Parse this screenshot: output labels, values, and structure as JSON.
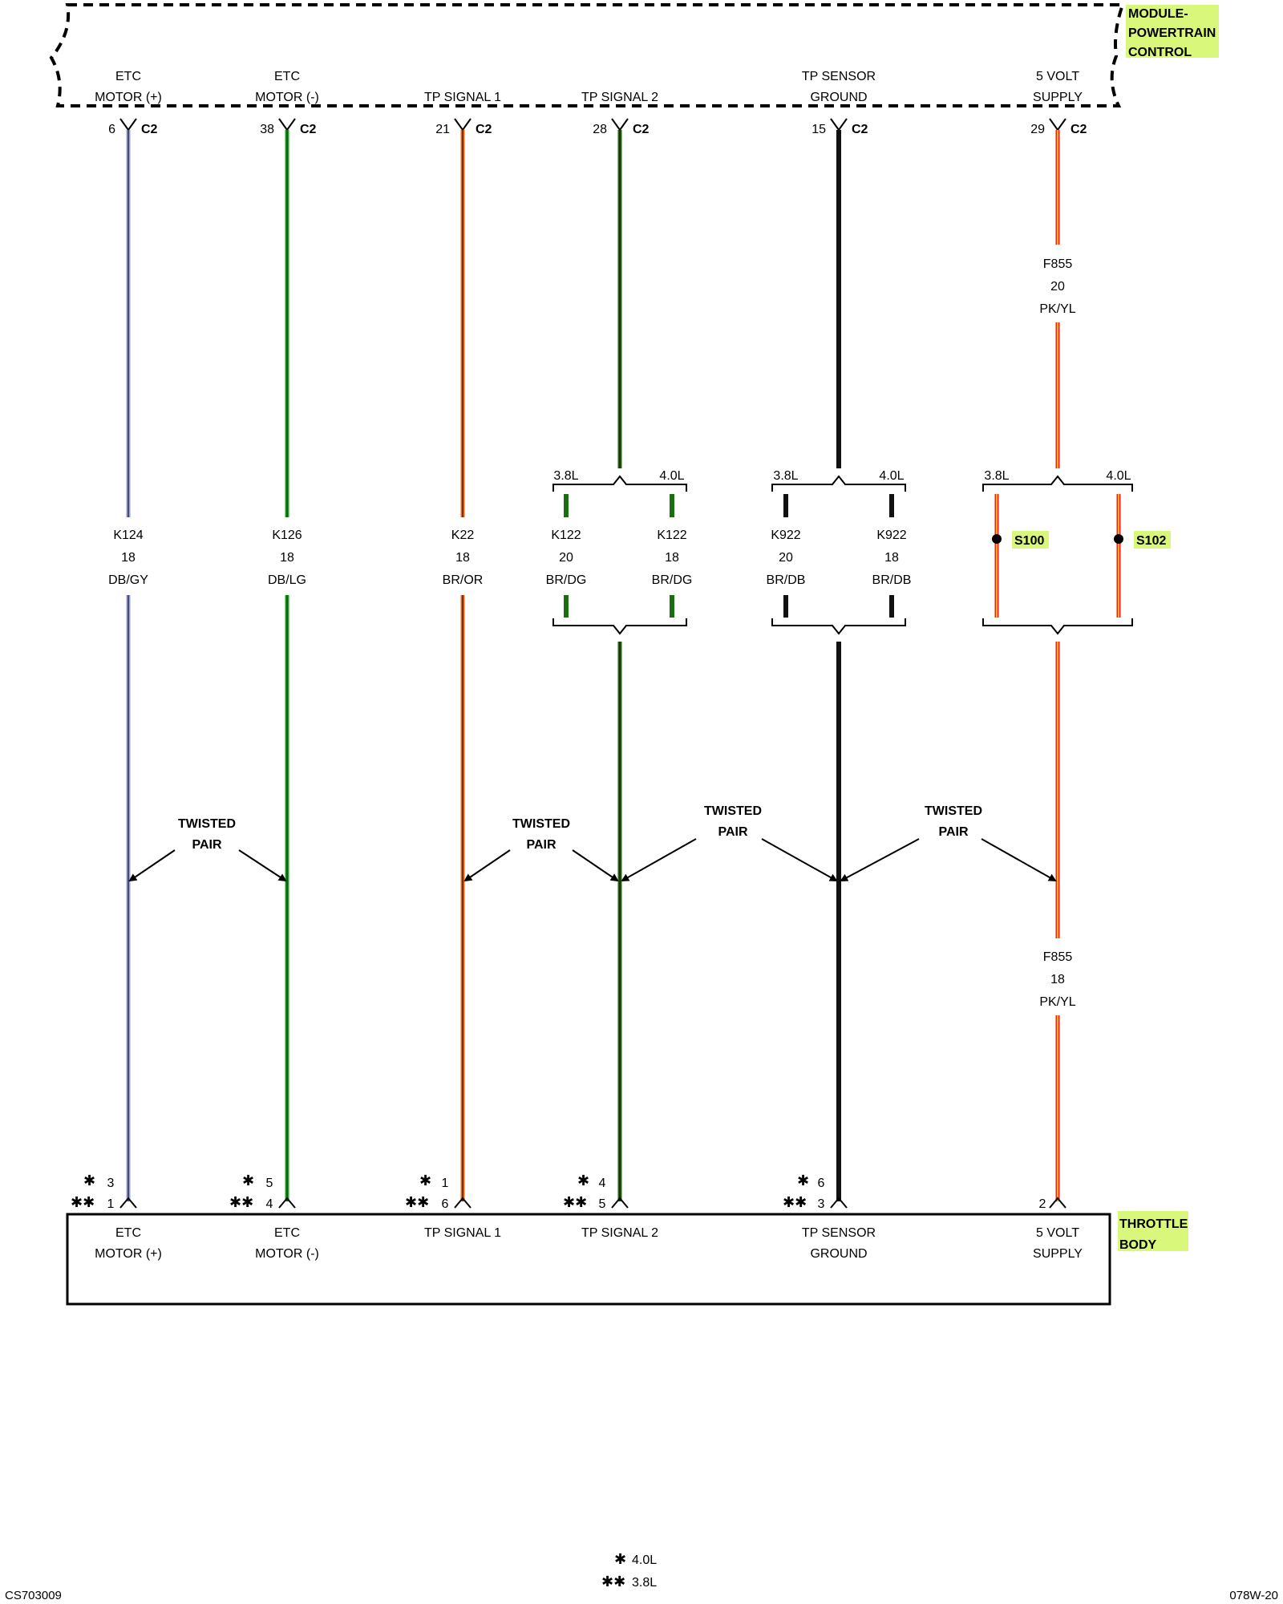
{
  "module": {
    "label_lines": [
      "MODULE-",
      "POWERTRAIN",
      "CONTROL"
    ],
    "highlight": "#d9f77a"
  },
  "throttle_body": {
    "label_lines": [
      "THROTTLE",
      "BODY"
    ],
    "highlight": "#d9f77a"
  },
  "connector_name": "C2",
  "circuits": [
    {
      "id": "etc-motor-pos",
      "pcm_label": [
        "ETC",
        "MOTOR (+)"
      ],
      "pcm_pin": "6",
      "wire": {
        "circuit": "K124",
        "gauge": "18",
        "color_code": "DB/GY",
        "color": "#9a9fc8",
        "stripe": "#2a2f6a"
      },
      "tb_pin_40L": "3",
      "tb_pin_38L": "1",
      "tb_label": [
        "ETC",
        "MOTOR (+)"
      ]
    },
    {
      "id": "etc-motor-neg",
      "pcm_label": [
        "ETC",
        "MOTOR (-)"
      ],
      "pcm_pin": "38",
      "wire": {
        "circuit": "K126",
        "gauge": "18",
        "color_code": "DB/LG",
        "color": "#19a11f",
        "stripe": "#0b4f0f"
      },
      "tb_pin_40L": "5",
      "tb_pin_38L": "4",
      "tb_label": [
        "ETC",
        "MOTOR (-)"
      ]
    },
    {
      "id": "tp-signal-1",
      "pcm_label": [
        "TP SIGNAL 1"
      ],
      "pcm_pin": "21",
      "wire": {
        "circuit": "K22",
        "gauge": "18",
        "color_code": "BR/OR",
        "color": "#f06a1a",
        "stripe": "#4a2410"
      },
      "tb_pin_40L": "1",
      "tb_pin_38L": "6",
      "tb_label": [
        "TP SIGNAL 1"
      ]
    },
    {
      "id": "tp-signal-2",
      "pcm_label": [
        "TP SIGNAL 2"
      ],
      "pcm_pin": "28",
      "wire_38L": {
        "circuit": "K122",
        "gauge": "20",
        "color_code": "BR/DG"
      },
      "wire_40L": {
        "circuit": "K122",
        "gauge": "18",
        "color_code": "BR/DG"
      },
      "color": "#1a6e10",
      "stripe": "#2c1c08",
      "tb_pin_40L": "4",
      "tb_pin_38L": "5",
      "tb_label": [
        "TP SIGNAL 2"
      ]
    },
    {
      "id": "tp-sensor-ground",
      "pcm_label": [
        "TP SENSOR",
        "GROUND"
      ],
      "pcm_pin": "15",
      "wire_38L": {
        "circuit": "K922",
        "gauge": "20",
        "color_code": "BR/DB"
      },
      "wire_40L": {
        "circuit": "K922",
        "gauge": "18",
        "color_code": "BR/DB"
      },
      "color": "#111111",
      "stripe": "#000000",
      "tb_pin_40L": "6",
      "tb_pin_38L": "3",
      "tb_label": [
        "TP SENSOR",
        "GROUND"
      ]
    },
    {
      "id": "5-volt-supply",
      "pcm_label": [
        "5 VOLT",
        "SUPPLY"
      ],
      "pcm_pin": "29",
      "wire_top": {
        "circuit": "F855",
        "gauge": "20",
        "color_code": "PK/YL"
      },
      "wire_bottom": {
        "circuit": "F855",
        "gauge": "18",
        "color_code": "PK/YL"
      },
      "color": "#f21f1f",
      "stripe": "#f5d21a",
      "splice_38L": "S100",
      "splice_40L": "S102",
      "tb_pin": "2",
      "tb_label": [
        "5 VOLT",
        "SUPPLY"
      ]
    }
  ],
  "branch_labels": {
    "left": "3.8L",
    "right": "4.0L"
  },
  "twisted_pair_label": [
    "TWISTED",
    "PAIR"
  ],
  "legend": [
    {
      "symbol": "✱",
      "text": "4.0L"
    },
    {
      "symbol": "✱✱",
      "text": "3.8L"
    }
  ],
  "footer": {
    "left": "CS703009",
    "right": "078W-20"
  }
}
